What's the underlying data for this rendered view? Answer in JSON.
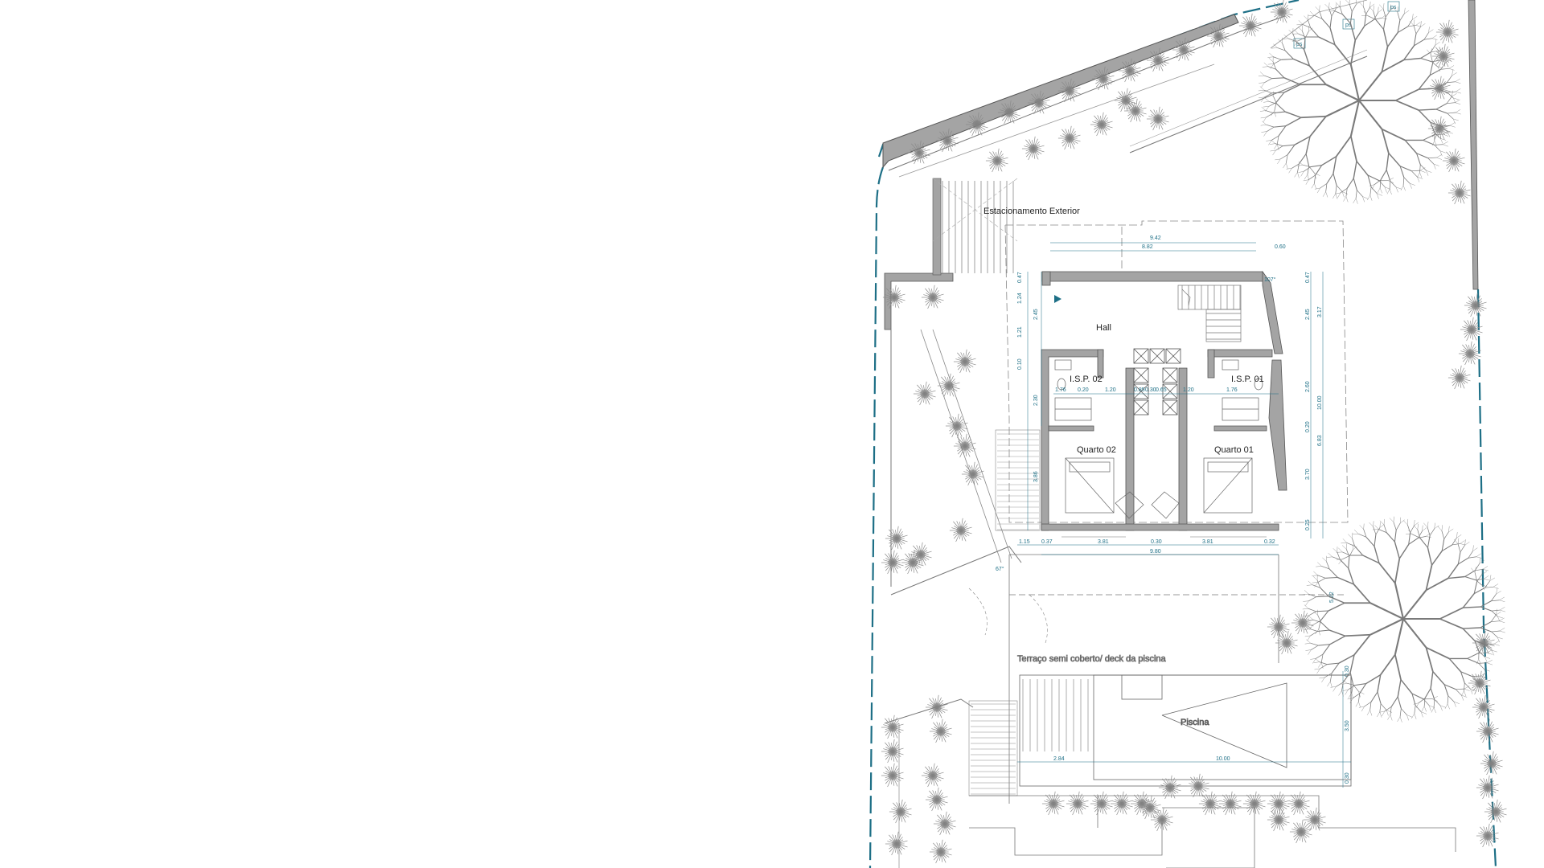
{
  "colors": {
    "wall": "#9a9a9a",
    "line": "#555555",
    "thin": "#9a9a9a",
    "dim": "#1d6f86",
    "boundary": "#1d6f86",
    "tree": "#7a7a7a",
    "shrub": "#8a8a8a"
  },
  "rooms": {
    "parking": "Estacionamento Exterior",
    "hall": "Hall",
    "wc2": "I.S.P. 02",
    "wc1": "I.S.P. 01",
    "room2": "Quarto 02",
    "room1": "Quarto 01",
    "terrace": "Terraço semi coberto/ deck da piscina",
    "pool": "Piscina"
  },
  "tags": {
    "ps_1": "ps",
    "ps_2": "ps",
    "ps_3": "ps"
  },
  "dimensions": {
    "top_942": "9.42",
    "top_882": "8.82",
    "top_060": "0.60",
    "left_047": "0.47",
    "left_124": "1.24",
    "left_245": "2.45",
    "left_121": "1.21",
    "left_010": "0.10",
    "left_230": "2.30",
    "left_386": "3.86",
    "right_047": "0.47",
    "right_245": "2.45",
    "right_317": "3.17",
    "right_260": "2.60",
    "right_1000": "10.00",
    "right_020": "0.20",
    "right_683": "6.83",
    "right_370": "3.70",
    "right_025": "0.25",
    "wc2_176": "1.76",
    "wc2_020": "0.20",
    "mid_120a": "1.20",
    "mid_085": "0.85",
    "mid_030": "0.30",
    "mid_065": "0.65",
    "mid_120b": "1.20",
    "wc1_176": "1.76",
    "bot_115": "1.15",
    "bot_037": "0.37",
    "bot_381a": "3.81",
    "bot_030": "0.30",
    "bot_381b": "3.81",
    "bot_032": "0.32",
    "bot_980": "9.80",
    "side_522": "5.22",
    "pool_030a": "0.30",
    "pool_350": "3.50",
    "pool_030b": "0.30",
    "pool_284": "2.84",
    "pool_1000": "10.00",
    "angle_1": "107°",
    "angle_2": "67°"
  }
}
